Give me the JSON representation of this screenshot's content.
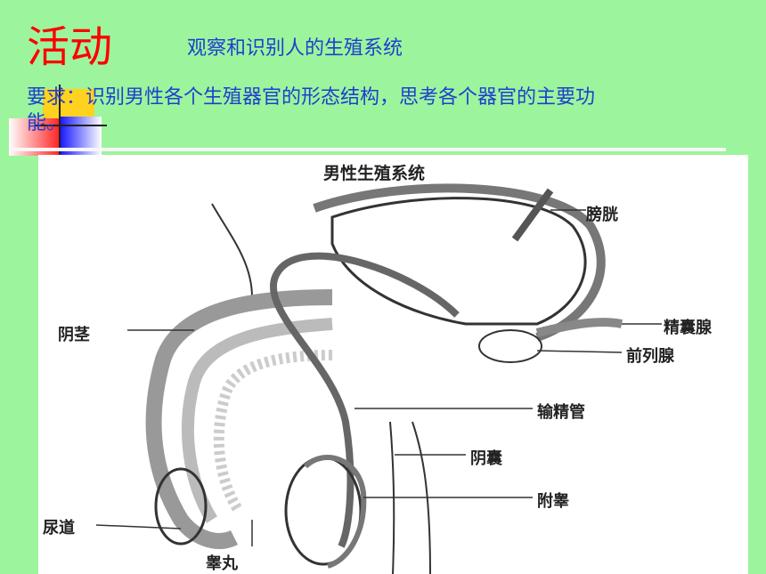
{
  "slide": {
    "title": "活动",
    "subtitle": "观察和识别人的生殖系统",
    "requirement": "要求：识别男性各个生殖器官的形态结构，思考各个器官的主要功能。"
  },
  "figure": {
    "title": "男性生殖系统",
    "labels": {
      "bladder": "膀胱",
      "penis": "阴茎",
      "seminal_vesicle": "精囊腺",
      "prostate": "前列腺",
      "vas_deferens": "输精管",
      "scrotum": "阴囊",
      "epididymis": "附睾",
      "urethra": "尿道",
      "testis": "睾丸"
    }
  },
  "colors": {
    "background": "#9cf59c",
    "title": "#ff0000",
    "text": "#1f3fcf"
  }
}
